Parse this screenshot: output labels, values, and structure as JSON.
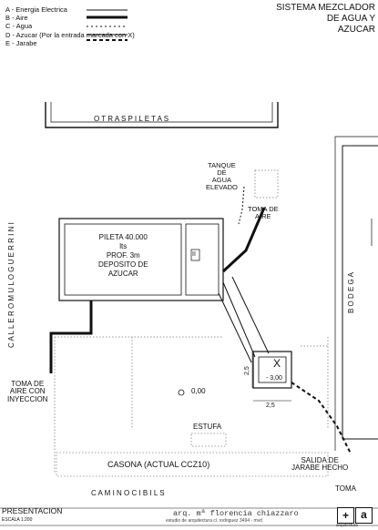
{
  "header": {
    "title_lines": [
      "SISTEMA MEZCLADOR",
      "DE AGUA Y",
      "AZUCAR"
    ]
  },
  "legend": [
    "A - Energia Electrica",
    "B - Aire",
    "C - Agua",
    "D - Azucar (Por la entrada marcada con X)",
    "E - Jarabe"
  ],
  "labels": {
    "otras_piletas": "O T R A S   P I L E T A S",
    "tanque": [
      "TANQUE",
      "DE",
      "AGUA",
      "ELEVADO"
    ],
    "toma_aire_top": [
      "TOMA DE",
      "AIRE"
    ],
    "pileta": [
      "PILETA 40.000",
      "lts",
      "PROF. 3m",
      "DEPOSITO DE",
      "AZUCAR"
    ],
    "bodega": "B O D E G A",
    "calle": "C A L L E   R O M U L O   G U E R R I N I",
    "x_mark": "X",
    "level_small": "- 3,00",
    "level_main": "0,00",
    "dim_side": "2,5",
    "dim_bottom": "2,5",
    "toma_aire_iny": [
      "TOMA DE",
      "AIRE CON",
      "INYECCION"
    ],
    "estufa": "ESTUFA",
    "casona": "CASONA (ACTUAL CCZ10)",
    "salida": [
      "SALIDA DE",
      "JARABE HECHO"
    ],
    "camino": "C A M I N O   C I B I L S",
    "toma": "TOMA",
    "small_box": "II"
  },
  "footer": {
    "presentacion": "PRESENTACION",
    "escala": "ESCALA 1:200",
    "architect": "arq.  mª  florencia  chiazzaro",
    "studio": "estudio de arquitectura  cl. rodriguez 3494 - mvd",
    "logo_plus": "+",
    "logo_a": "a",
    "logo_caption": "arquitectura"
  }
}
